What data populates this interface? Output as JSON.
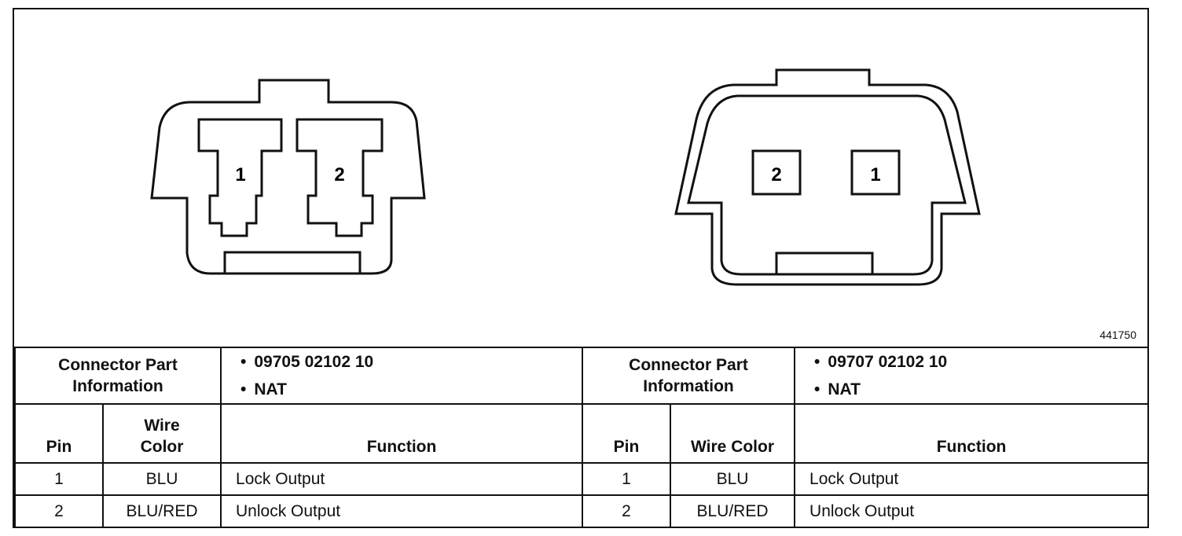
{
  "figure_id": "441750",
  "connectors": [
    {
      "pins": [
        "1",
        "2"
      ],
      "part_label": "Connector Part Information",
      "part_info": [
        "09705 02102 10",
        "NAT"
      ]
    },
    {
      "pins": [
        "2",
        "1"
      ],
      "part_label": "Connector Part Information",
      "part_info": [
        "09707 02102 10",
        "NAT"
      ]
    }
  ],
  "table": {
    "headers": {
      "pin": "Pin",
      "wire_color_left": "Wire Color",
      "wire_color_right": "Wire Color",
      "function": "Function"
    },
    "left_rows": [
      {
        "pin": "1",
        "wire_color": "BLU",
        "function": "Lock Output"
      },
      {
        "pin": "2",
        "wire_color": "BLU/RED",
        "function": "Unlock Output"
      }
    ],
    "right_rows": [
      {
        "pin": "1",
        "wire_color": "BLU",
        "function": "Lock Output"
      },
      {
        "pin": "2",
        "wire_color": "BLU/RED",
        "function": "Unlock Output"
      }
    ]
  }
}
